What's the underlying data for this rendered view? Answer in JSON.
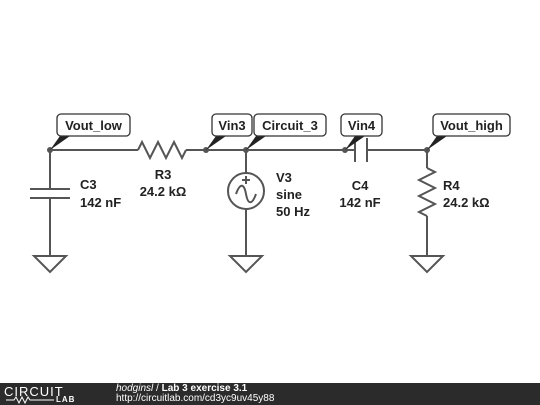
{
  "net_labels": {
    "vout_low": "Vout_low",
    "vin3": "Vin3",
    "circuit_3": "Circuit_3",
    "vin4": "Vin4",
    "vout_high": "Vout_high"
  },
  "components": {
    "c3": {
      "name": "C3",
      "value": "142 nF"
    },
    "r3": {
      "name": "R3",
      "value": "24.2 kΩ"
    },
    "v3": {
      "name": "V3",
      "type": "sine",
      "freq": "50 Hz"
    },
    "c4": {
      "name": "C4",
      "value": "142 nF"
    },
    "r4": {
      "name": "R4",
      "value": "24.2 kΩ"
    }
  },
  "footer": {
    "logo_top": "CIRCUIT",
    "logo_bottom": "LAB",
    "author": "hodginsl",
    "separator": "/",
    "title": "Lab 3 exercise 3.1",
    "url": "http://circuitlab.com/cd3yc9uv45y88"
  },
  "colors": {
    "wire": "#555555",
    "footer_bg": "#2b2b2b"
  }
}
